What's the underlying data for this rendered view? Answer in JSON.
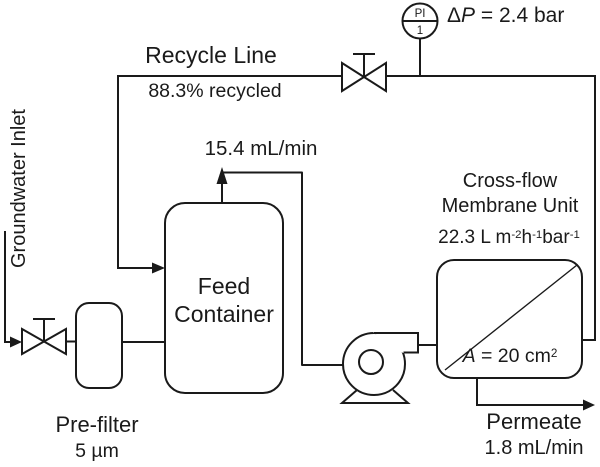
{
  "colors": {
    "ink": "#1a1a1a",
    "background": "#ffffff"
  },
  "inlet": {
    "label": "Groundwater Inlet"
  },
  "prefilter": {
    "name": "Pre-filter",
    "pore_size": "5 µm"
  },
  "feed_container": {
    "line1": "Feed",
    "line2": "Container"
  },
  "feed_flow": {
    "value": "15.4 mL/min"
  },
  "recycle": {
    "title": "Recycle Line",
    "fraction": "88.3% recycled"
  },
  "gauge": {
    "type": "PI",
    "tag": "1",
    "dp_prefix": "Δ",
    "dp_symbol": "P",
    "dp_rest": " = 2.4 bar"
  },
  "membrane": {
    "title_line1": "Cross-flow",
    "title_line2": "Membrane Unit",
    "flux": {
      "b1": "22.3 L m",
      "s1": "-2",
      "b2": "h",
      "s2": "-1",
      "b3": "bar",
      "s3": "-1"
    },
    "area": {
      "symbol": "A",
      "rest": " = 20 cm",
      "sup": "2"
    }
  },
  "permeate": {
    "name": "Permeate",
    "flow": "1.8 mL/min"
  }
}
